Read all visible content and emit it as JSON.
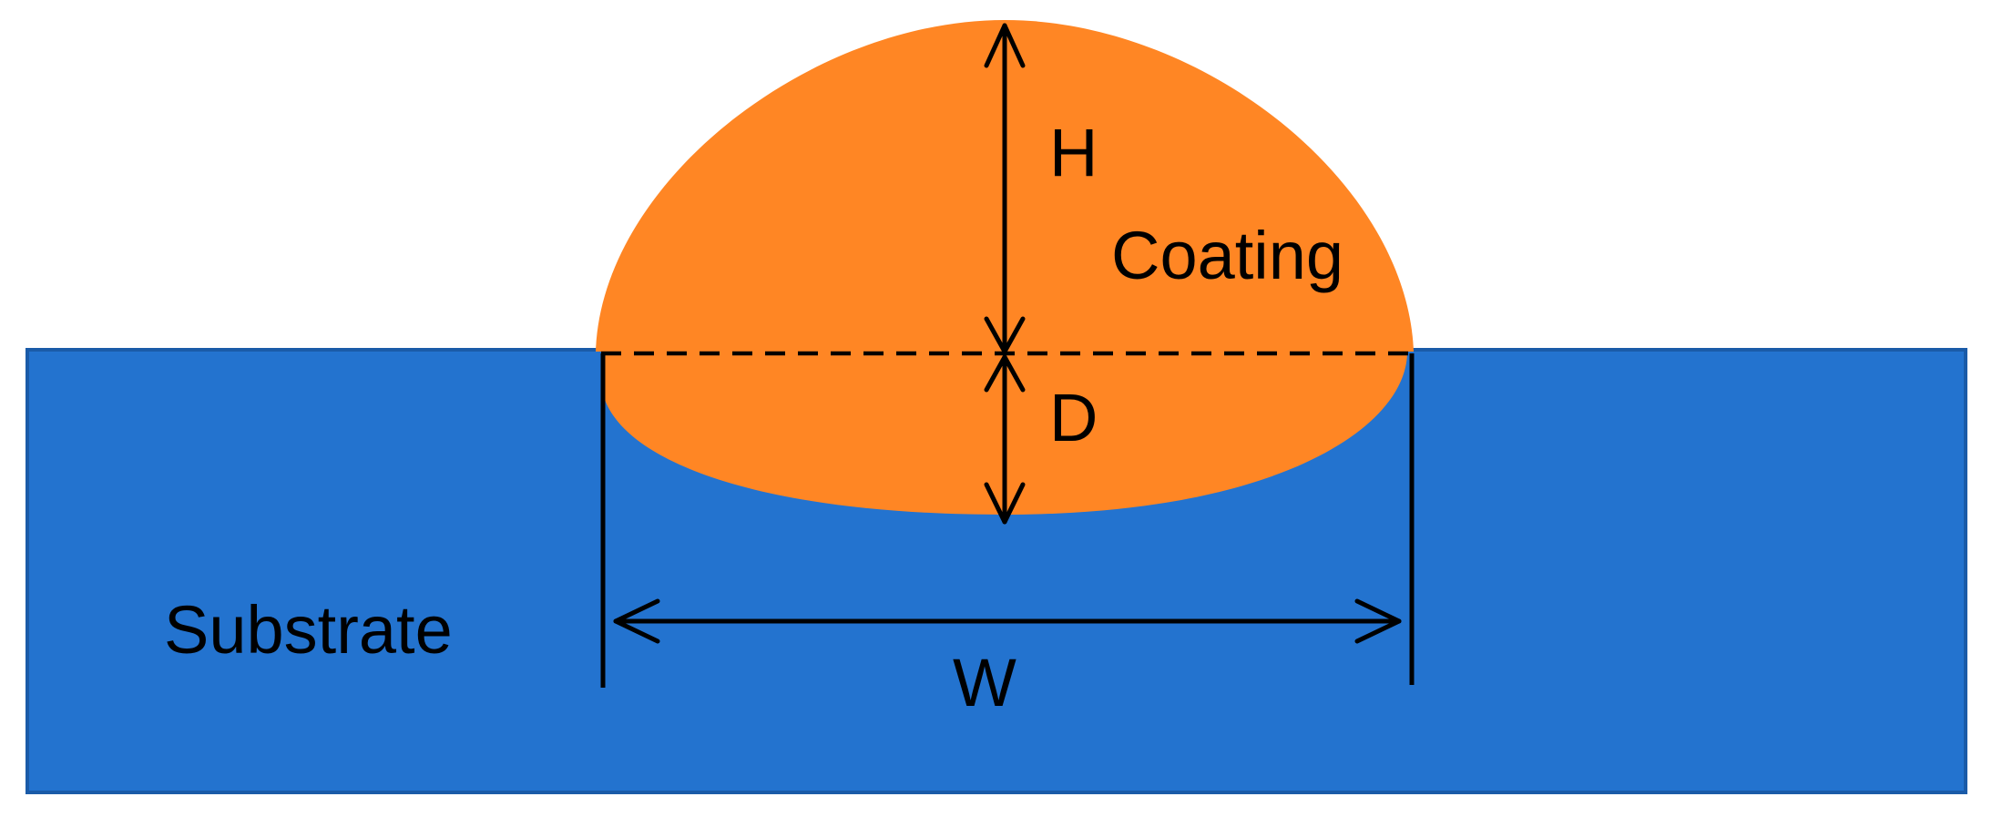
{
  "labels": {
    "height": "H",
    "coating": "Coating",
    "depth": "D",
    "substrate": "Substrate",
    "width": "W"
  },
  "colors": {
    "substrate_fill": "#2373CF",
    "substrate_border": "#1A5BA8",
    "coating_fill": "#FF8624",
    "line": "#000000",
    "background": "#FFFFFF"
  }
}
